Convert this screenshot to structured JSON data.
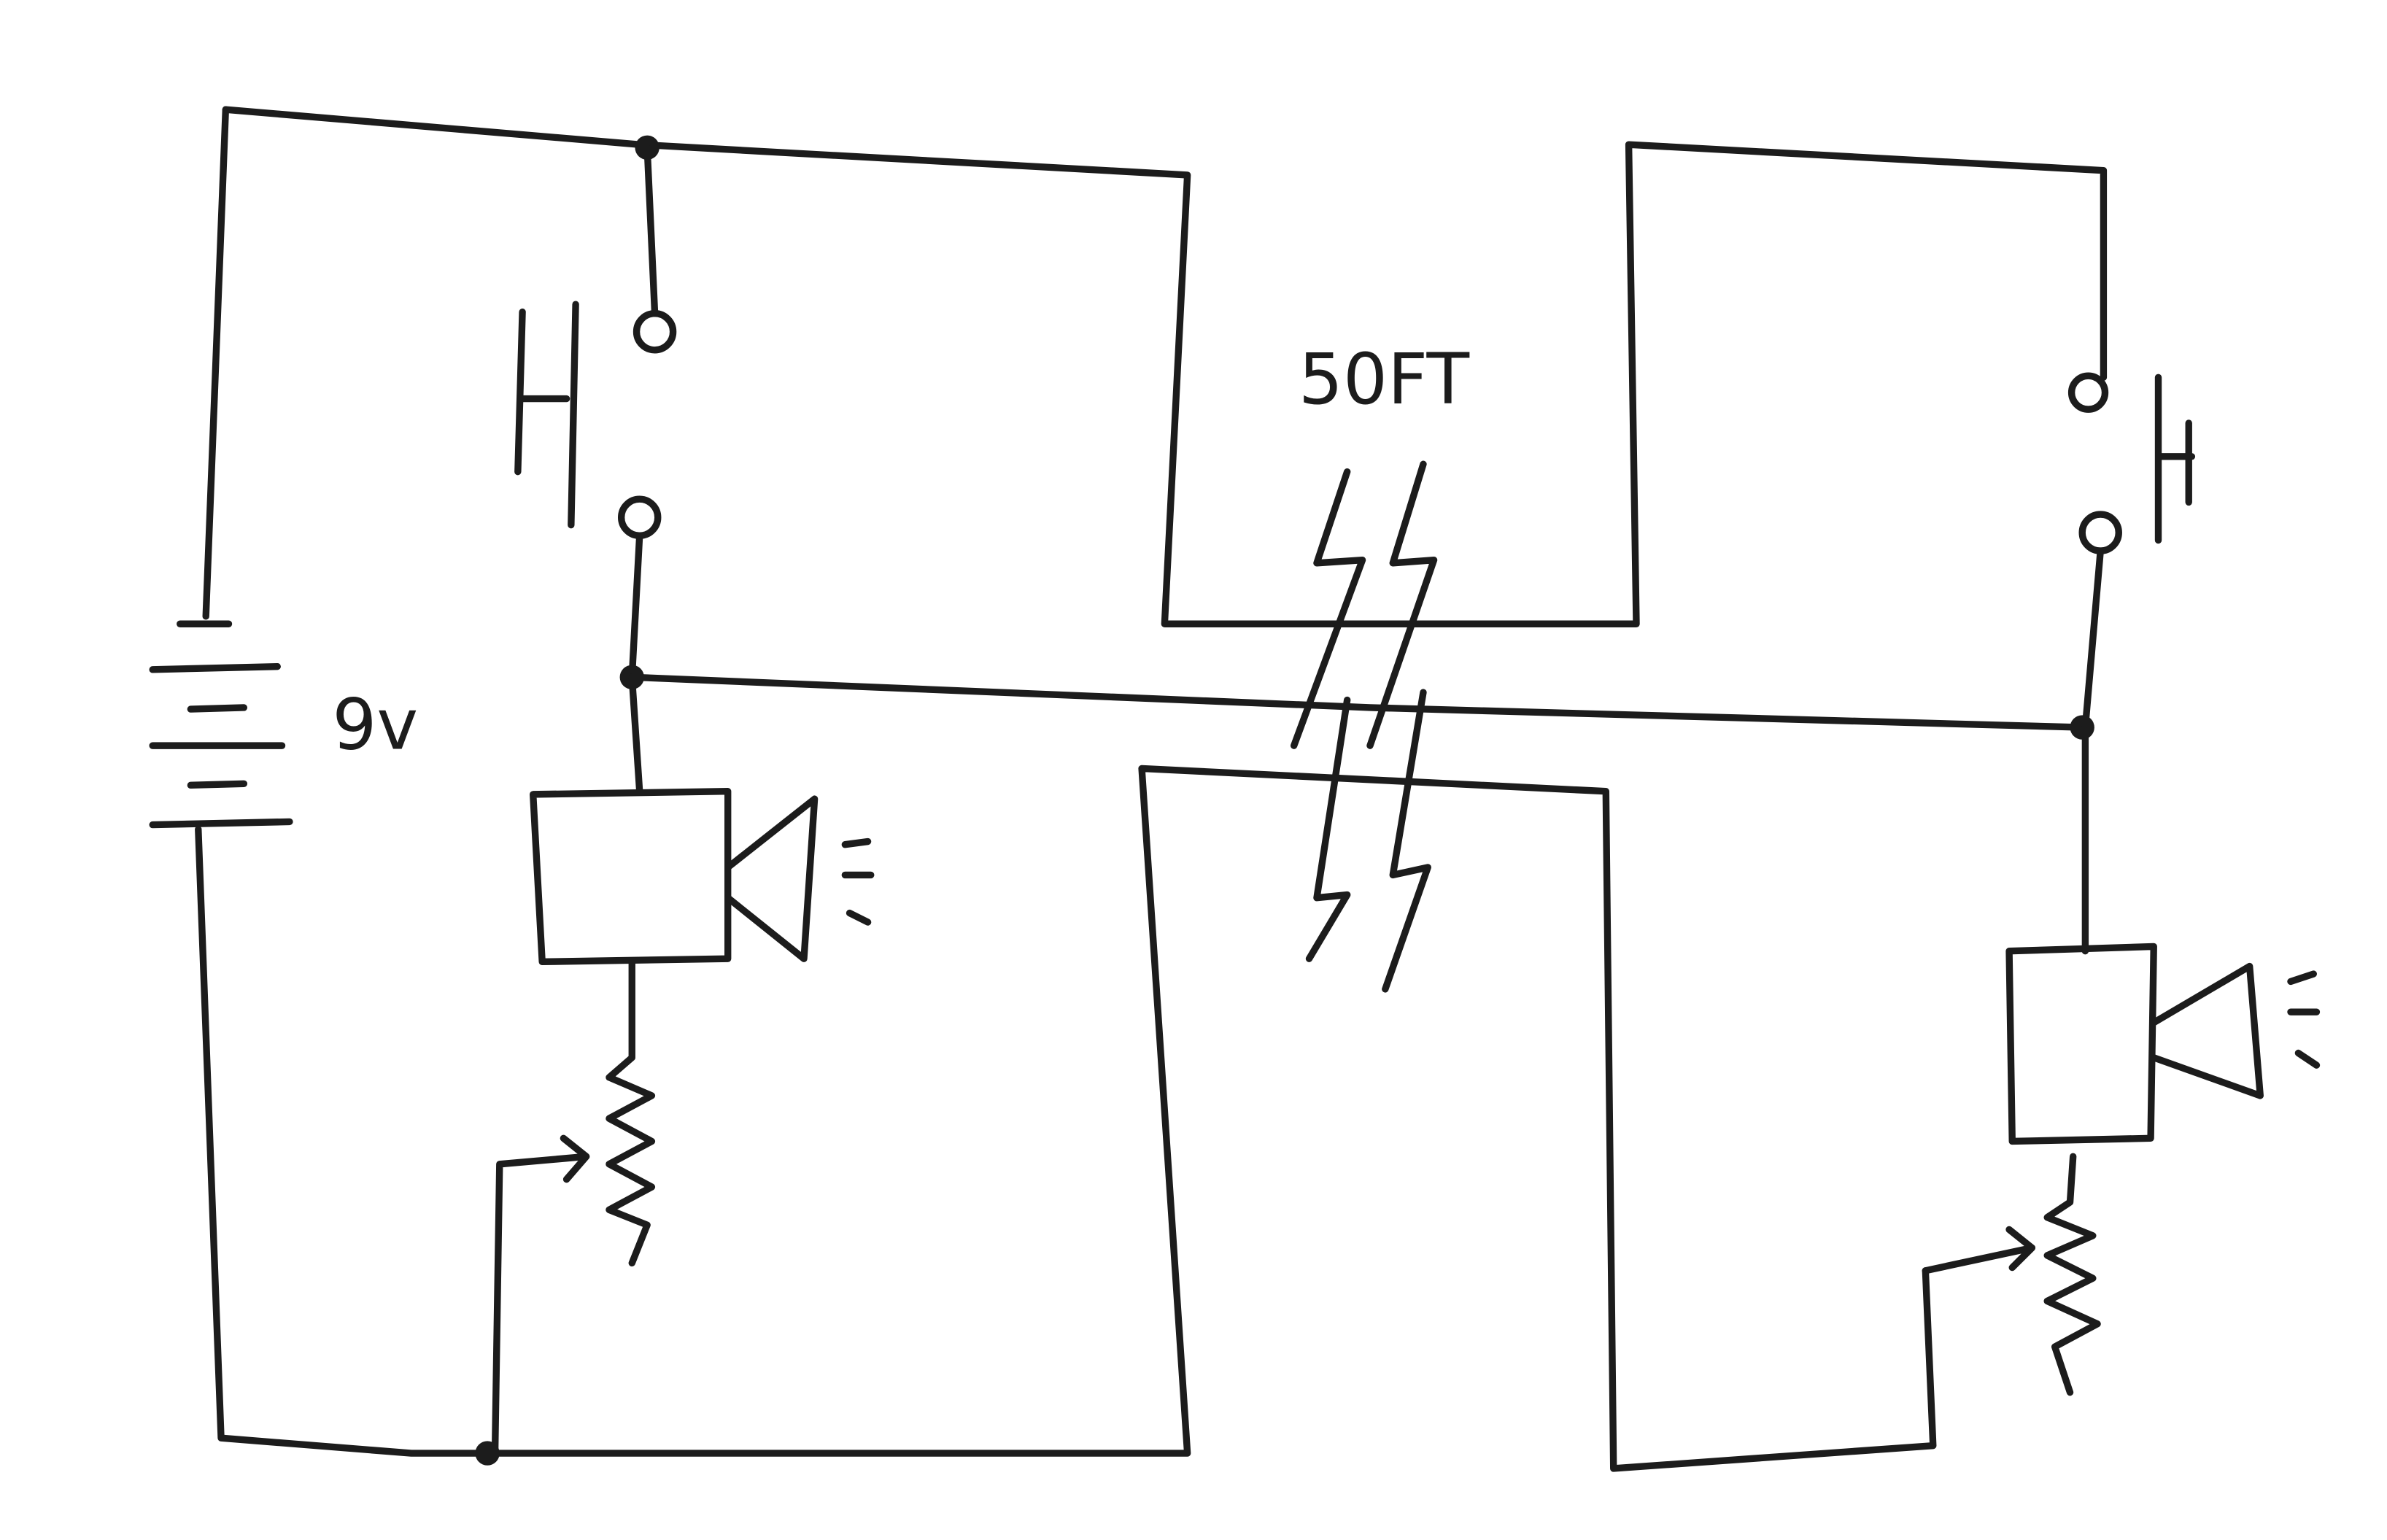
{
  "diagram": {
    "battery_label": "9v",
    "distance_label": "50FT",
    "components": [
      "battery",
      "push-button-left",
      "buzzer-left",
      "variable-resistor-left",
      "push-button-right",
      "buzzer-right",
      "variable-resistor-right"
    ],
    "ink_color": "#1c1c1c",
    "background_color": "#ffffff"
  }
}
